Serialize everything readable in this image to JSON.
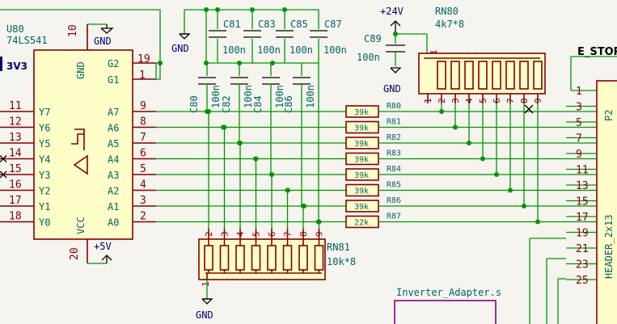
{
  "u80": {
    "ref": "U80",
    "value": "74LS541",
    "pin10": "10",
    "gnd_label": "GND",
    "left_pins": [
      {
        "num": "11",
        "name": "Y7"
      },
      {
        "num": "12",
        "name": "Y6"
      },
      {
        "num": "13",
        "name": "Y5"
      },
      {
        "num": "14",
        "name": "Y4"
      },
      {
        "num": "15",
        "name": "Y3"
      },
      {
        "num": "16",
        "name": "Y2"
      },
      {
        "num": "17",
        "name": "Y1"
      },
      {
        "num": "18",
        "name": "Y0"
      }
    ],
    "right_pins": [
      {
        "num": "9",
        "name": "A7"
      },
      {
        "num": "8",
        "name": "A6"
      },
      {
        "num": "7",
        "name": "A5"
      },
      {
        "num": "6",
        "name": "A4"
      },
      {
        "num": "5",
        "name": "A3"
      },
      {
        "num": "4",
        "name": "A2"
      },
      {
        "num": "3",
        "name": "A1"
      },
      {
        "num": "2",
        "name": "A0"
      }
    ],
    "g2": {
      "num": "19",
      "name": "G2"
    },
    "g1": {
      "num": "1",
      "name": "G1"
    },
    "gnd_pin_name": "GND",
    "vcc_pin_name": "VCC",
    "pin20": "20",
    "vcc_label": "+5V",
    "net_3v3": "3V3"
  },
  "caps_top": [
    {
      "ref": "C81",
      "value": "100n"
    },
    {
      "ref": "C83",
      "value": "100n"
    },
    {
      "ref": "C85",
      "value": "100n"
    },
    {
      "ref": "C87",
      "value": "100n"
    }
  ],
  "caps_bottom": [
    {
      "ref": "C80",
      "value": "100n"
    },
    {
      "ref": "C82",
      "value": "100n"
    },
    {
      "ref": "C84",
      "value": "100n"
    },
    {
      "ref": "C86",
      "value": "100n"
    }
  ],
  "gnd_caps": "GND",
  "c89": {
    "ref": "C89",
    "value": "100n",
    "supply": "+24V",
    "gnd": "GND"
  },
  "rn80": {
    "ref": "RN80",
    "value": "4k7*8",
    "pins": [
      "1",
      "2",
      "3",
      "4",
      "5",
      "6",
      "7",
      "8",
      "9"
    ]
  },
  "rn81": {
    "ref": "RN81",
    "value": "10k*8",
    "pins_top": [
      "2",
      "3",
      "4",
      "5",
      "6",
      "7",
      "8",
      "9"
    ],
    "pin1": "1",
    "gnd": "GND"
  },
  "resistors": [
    {
      "value": "39k",
      "ref": "R80"
    },
    {
      "value": "39k",
      "ref": "R81"
    },
    {
      "value": "39k",
      "ref": "R82"
    },
    {
      "value": "39k",
      "ref": "R83"
    },
    {
      "value": "39k",
      "ref": "R84"
    },
    {
      "value": "39k",
      "ref": "R85"
    },
    {
      "value": "39k",
      "ref": "R86"
    },
    {
      "value": "22k",
      "ref": "R87"
    }
  ],
  "p2": {
    "ref": "P2",
    "value": "HEADER_2x13",
    "net_label": "E_STOP",
    "pins": [
      "1",
      "3",
      "5",
      "7",
      "9",
      "11",
      "13",
      "15",
      "17",
      "19",
      "21",
      "23",
      "25"
    ]
  },
  "sheet": {
    "name": "Inverter_Adapter.s"
  }
}
